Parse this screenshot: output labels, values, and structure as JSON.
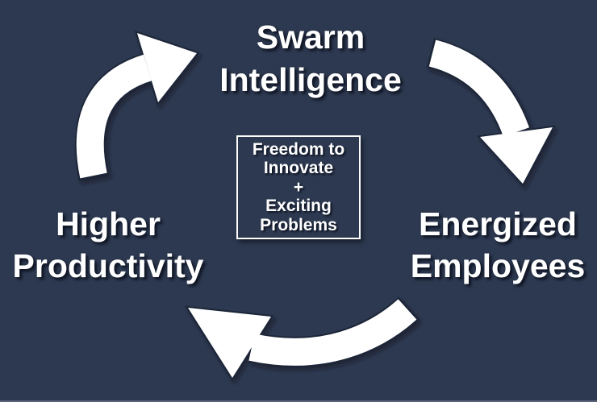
{
  "diagram": {
    "type": "cycle-diagram",
    "background_color": "#2d3950",
    "arrow_fill": "#ffffff",
    "arrow_outline": "#1c2539",
    "text_color": "#ffffff",
    "bottom_edge_color": "#5a6478",
    "labels": {
      "top": {
        "line1": "Swarm",
        "line2": "Intelligence"
      },
      "right": {
        "line1": "Energized",
        "line2": "Employees"
      },
      "left": {
        "line1": "Higher",
        "line2": "Productivity"
      }
    },
    "center_box": {
      "line1": "Freedom to",
      "line2": "Innovate",
      "line3": "+",
      "line4": "Exciting",
      "line5": "Problems"
    }
  }
}
